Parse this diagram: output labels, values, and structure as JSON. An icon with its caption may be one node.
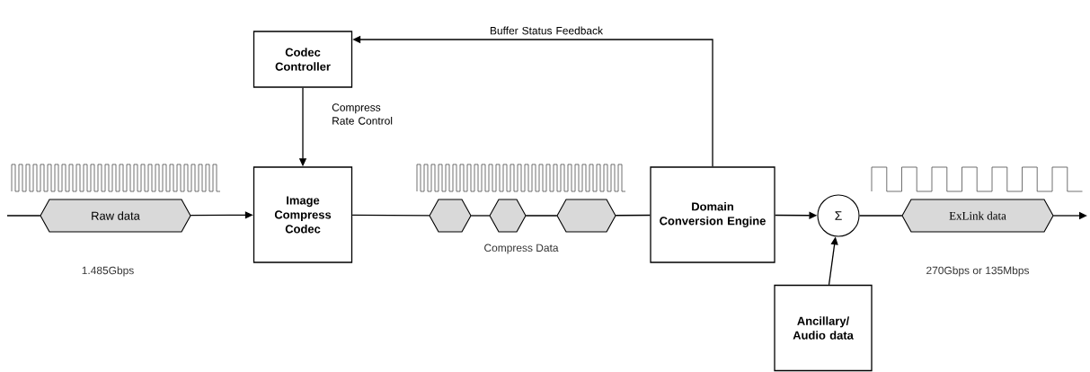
{
  "diagram": {
    "nodes": [
      {
        "text": [
          "Codec Controller"
        ]
      },
      {
        "text": [
          "Image Compress Codec"
        ]
      },
      {
        "text": [
          "Raw data"
        ]
      },
      {
        "text": [],
        "shape": "hexagon"
      },
      {
        "text": [],
        "shape": "hexagon"
      },
      {
        "text": [],
        "shape": "hexagon"
      },
      {
        "text": [
          "Domain Conversion Engine"
        ]
      },
      {
        "text": [
          "Σ"
        ]
      },
      {
        "text": [
          "ExLink data"
        ]
      },
      {
        "text": [
          "Ancillary/ Audio data"
        ]
      }
    ],
    "edges": [
      {
        "from": null,
        "to": 2,
        "arrow": "none"
      },
      {
        "from": 2,
        "to": 1,
        "arrow": "to"
      },
      {
        "from": 0,
        "to": 1,
        "arrow": "to",
        "label": "Compress Rate Control"
      },
      {
        "from": 1,
        "to": 3,
        "arrow": "none"
      },
      {
        "from": 3,
        "to": 4,
        "arrow": "none"
      },
      {
        "from": 4,
        "to": 5,
        "arrow": "none"
      },
      {
        "from": 5,
        "to": 6,
        "arrow": "none"
      },
      {
        "from": 6,
        "to": 0,
        "arrow": "to",
        "label": "Buffer Status Feedback"
      },
      {
        "from": 6,
        "to": 7,
        "arrow": "to"
      },
      {
        "from": 7,
        "to": 8,
        "arrow": "none"
      },
      {
        "from": 8,
        "to": null,
        "arrow": "to"
      },
      {
        "from": 9,
        "to": 7,
        "arrow": "to"
      }
    ],
    "labels": [
      "1.485Gbps",
      "Compress Data",
      "270Gbps or 135Mbps"
    ]
  }
}
